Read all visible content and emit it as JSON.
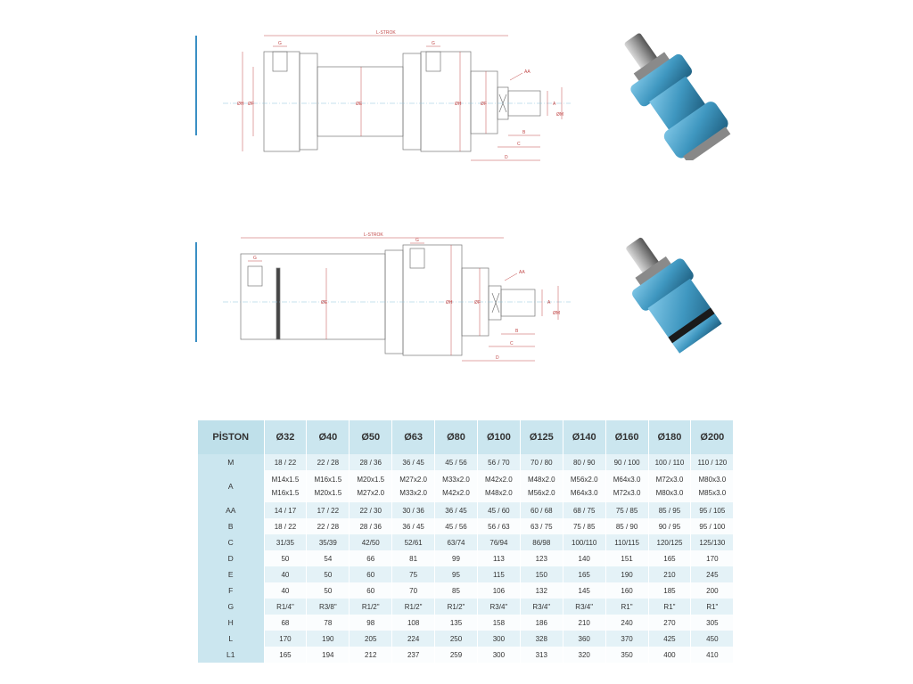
{
  "drawing1": {
    "stroke_label": "L-STROK",
    "labels": [
      "G",
      "G",
      "AA",
      "A",
      "B",
      "C",
      "D",
      "ØH",
      "ØF",
      "ØE",
      "ØH",
      "ØF",
      "ØM"
    ]
  },
  "drawing2": {
    "stroke_label": "L-STROK",
    "labels": [
      "G",
      "G",
      "AA",
      "A",
      "B",
      "C",
      "D",
      "ØE",
      "ØH",
      "ØF",
      "ØM"
    ]
  },
  "table": {
    "header_label": "PİSTON",
    "columns": [
      "Ø32",
      "Ø40",
      "Ø50",
      "Ø63",
      "Ø80",
      "Ø100",
      "Ø125",
      "Ø140",
      "Ø160",
      "Ø180",
      "Ø200"
    ],
    "rows": [
      {
        "label": "M",
        "values": [
          "18 / 22",
          "22 / 28",
          "28 / 36",
          "36 / 45",
          "45 / 56",
          "56 / 70",
          "70 / 80",
          "80 / 90",
          "90 / 100",
          "100 / 110",
          "110 / 120"
        ]
      },
      {
        "label": "A",
        "values": [
          "M14x1.5",
          "M16x1.5",
          "M20x1.5",
          "M27x2.0",
          "M33x2.0",
          "M42x2.0",
          "M48x2.0",
          "M56x2.0",
          "M64x3.0",
          "M72x3.0",
          "M80x3.0"
        ],
        "values2": [
          "M16x1.5",
          "M20x1.5",
          "M27x2.0",
          "M33x2.0",
          "M42x2.0",
          "M48x2.0",
          "M56x2.0",
          "M64x3.0",
          "M72x3.0",
          "M80x3.0",
          "M85x3.0"
        ]
      },
      {
        "label": "AA",
        "values": [
          "14 / 17",
          "17 / 22",
          "22 / 30",
          "30 / 36",
          "36 / 45",
          "45 / 60",
          "60 / 68",
          "68 / 75",
          "75 / 85",
          "85 / 95",
          "95 / 105"
        ]
      },
      {
        "label": "B",
        "values": [
          "18 / 22",
          "22 / 28",
          "28 / 36",
          "36 / 45",
          "45 / 56",
          "56 / 63",
          "63 / 75",
          "75 / 85",
          "85 / 90",
          "90 / 95",
          "95 / 100"
        ]
      },
      {
        "label": "C",
        "values": [
          "31/35",
          "35/39",
          "42/50",
          "52/61",
          "63/74",
          "76/94",
          "86/98",
          "100/110",
          "110/115",
          "120/125",
          "125/130"
        ]
      },
      {
        "label": "D",
        "values": [
          "50",
          "54",
          "66",
          "81",
          "99",
          "113",
          "123",
          "140",
          "151",
          "165",
          "170"
        ]
      },
      {
        "label": "E",
        "values": [
          "40",
          "50",
          "60",
          "75",
          "95",
          "115",
          "150",
          "165",
          "190",
          "210",
          "245"
        ]
      },
      {
        "label": "F",
        "values": [
          "40",
          "50",
          "60",
          "70",
          "85",
          "106",
          "132",
          "145",
          "160",
          "185",
          "200"
        ]
      },
      {
        "label": "G",
        "values": [
          "R1/4\"",
          "R3/8\"",
          "R1/2\"",
          "R1/2\"",
          "R1/2\"",
          "R3/4\"",
          "R3/4\"",
          "R3/4\"",
          "R1\"",
          "R1\"",
          "R1\""
        ]
      },
      {
        "label": "H",
        "values": [
          "68",
          "78",
          "98",
          "108",
          "135",
          "158",
          "186",
          "210",
          "240",
          "270",
          "305"
        ]
      },
      {
        "label": "L",
        "values": [
          "170",
          "190",
          "205",
          "224",
          "250",
          "300",
          "328",
          "360",
          "370",
          "425",
          "450"
        ]
      },
      {
        "label": "L1",
        "values": [
          "165",
          "194",
          "212",
          "237",
          "259",
          "300",
          "313",
          "320",
          "350",
          "400",
          "410"
        ]
      }
    ]
  },
  "colors": {
    "accent_line": "#3b8fc4",
    "table_header": "#cbe6ef",
    "table_alt": "#e4f2f7",
    "cylinder_blue": "#4aa3c9",
    "dimension_red": "#c24a4a"
  }
}
